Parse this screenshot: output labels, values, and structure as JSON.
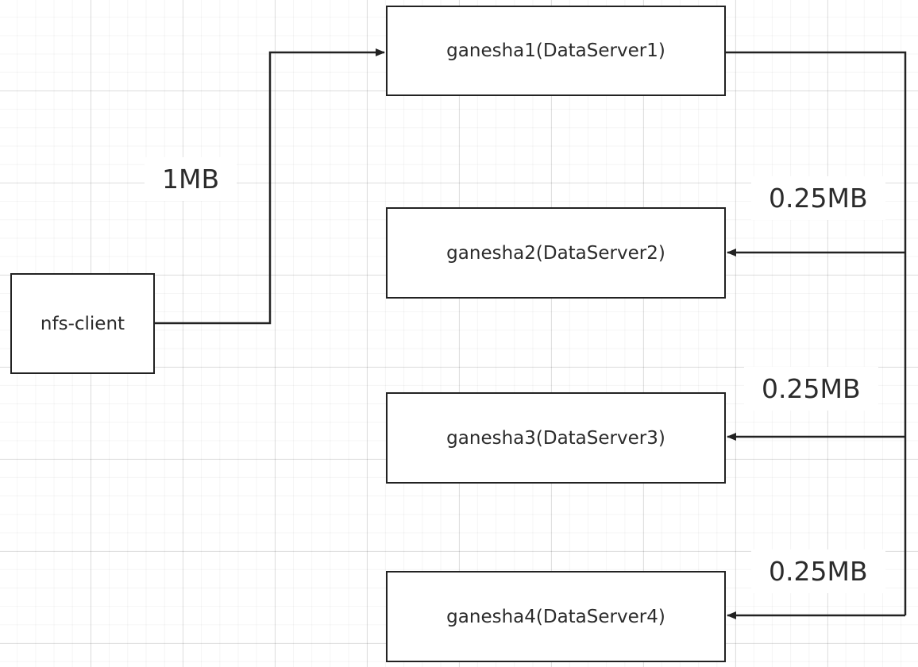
{
  "diagram": {
    "client": {
      "label": "nfs-client"
    },
    "servers": [
      {
        "label": "ganesha1(DataServer1)"
      },
      {
        "label": "ganesha2(DataServer2)"
      },
      {
        "label": "ganesha3(DataServer3)"
      },
      {
        "label": "ganesha4(DataServer4)"
      }
    ],
    "edges": [
      {
        "label": "1MB"
      },
      {
        "label": "0.25MB"
      },
      {
        "label": "0.25MB"
      },
      {
        "label": "0.25MB"
      }
    ],
    "colors": {
      "stroke": "#222222",
      "text": "#2b2b2b",
      "background": "#ffffff"
    }
  }
}
